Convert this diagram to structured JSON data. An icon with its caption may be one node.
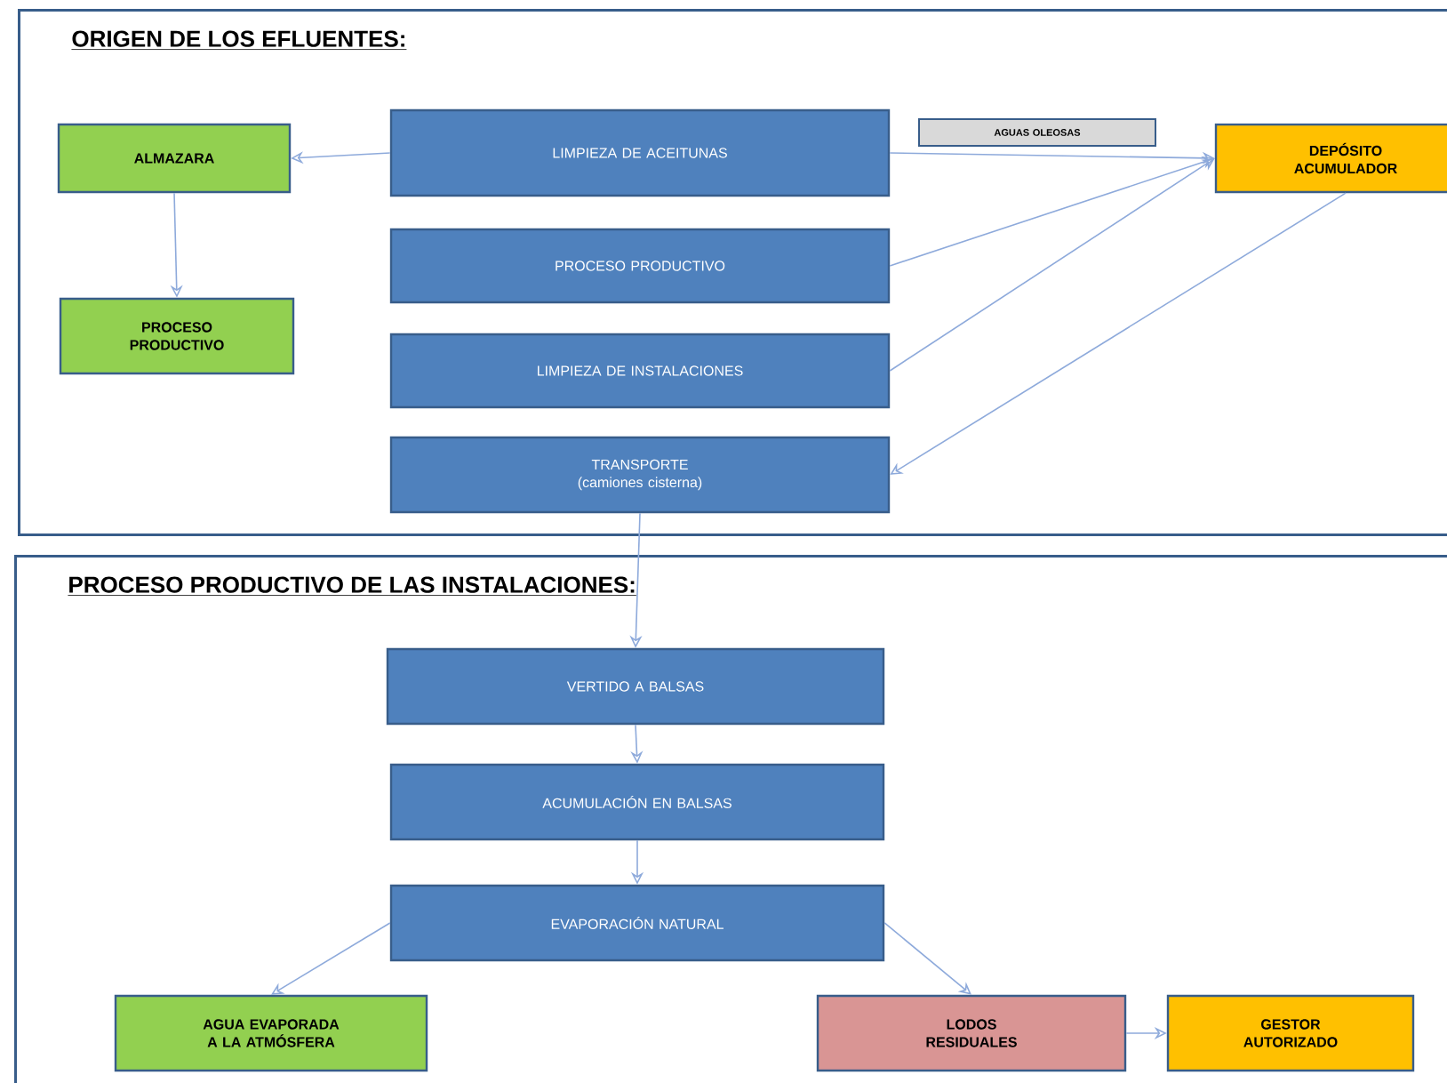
{
  "diagram": {
    "nodes": [
      {
        "text": [
          "ORIGEN DE LOS EFLUENTES:"
        ]
      },
      {
        "text": [
          "ALMAZARA"
        ],
        "in": 0
      },
      {
        "text": [
          "LIMPIEZA DE ACEITUNAS"
        ],
        "in": 0
      },
      {
        "text": [
          "AGUAS OLEOSAS"
        ],
        "in": 0
      },
      {
        "text": [
          "DEPÓSITO ACUMULADOR"
        ],
        "in": 0
      },
      {
        "text": [
          "PROCESO PRODUCTIVO"
        ],
        "in": 0
      },
      {
        "text": [
          "PROCESO PRODUCTIVO"
        ],
        "in": 0
      },
      {
        "text": [
          "LIMPIEZA DE INSTALACIONES"
        ],
        "in": 0
      },
      {
        "text": [
          "TRANSPORTE (camiones cisterna)"
        ],
        "in": 0
      },
      {
        "text": [
          "PROCESO PRODUCTIVO DE LAS INSTALACIONES:"
        ]
      },
      {
        "text": [
          "VERTIDO A BALSAS"
        ],
        "in": 9
      },
      {
        "text": [
          "ACUMULACIÓN EN BALSAS"
        ],
        "in": 9
      },
      {
        "text": [
          "EVAPORACIÓN NATURAL"
        ],
        "in": 9
      },
      {
        "text": [
          "AGUA EVAPORADA A LA ATMÓSFERA"
        ],
        "in": 9
      },
      {
        "text": [
          "LODOS RESIDUALES"
        ],
        "in": 9
      },
      {
        "text": [
          "GESTOR AUTORIZADO"
        ],
        "in": 9
      }
    ],
    "edges": [
      {
        "from": 2,
        "to": 1,
        "arrow": "to"
      },
      {
        "from": 1,
        "to": 6,
        "arrow": "to"
      },
      {
        "from": 2,
        "to": 4,
        "arrow": "to"
      },
      {
        "from": 5,
        "to": 4,
        "arrow": "to"
      },
      {
        "from": 7,
        "to": 4,
        "arrow": "to"
      },
      {
        "from": 4,
        "to": 8,
        "arrow": "to"
      },
      {
        "from": 8,
        "to": 10,
        "arrow": "to"
      },
      {
        "from": 10,
        "to": 11,
        "arrow": "to"
      },
      {
        "from": 11,
        "to": 12,
        "arrow": "to"
      },
      {
        "from": 12,
        "to": 13,
        "arrow": "to"
      },
      {
        "from": 12,
        "to": 14,
        "arrow": "to"
      },
      {
        "from": 14,
        "to": 15,
        "arrow": "to"
      }
    ]
  }
}
